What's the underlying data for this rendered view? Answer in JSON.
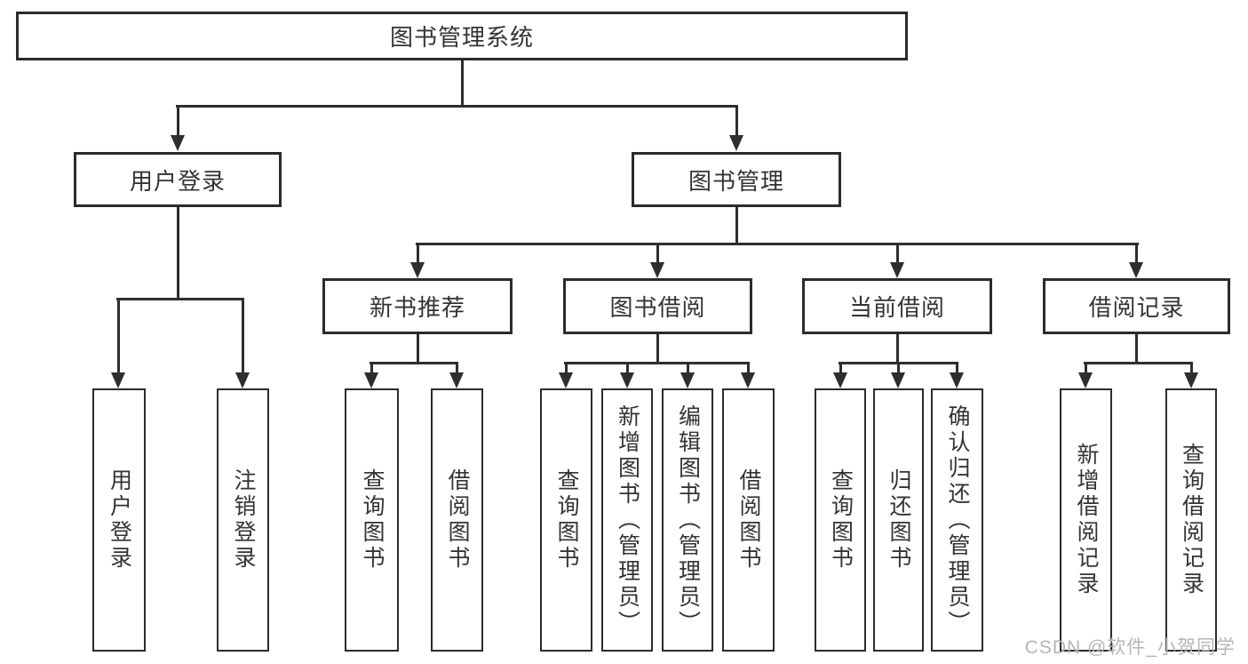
{
  "diagram": {
    "root": {
      "label": "图书管理系统"
    },
    "level2": [
      {
        "label": "用户登录",
        "children": [
          "用户登录",
          "注销登录"
        ]
      },
      {
        "label": "图书管理",
        "children": [
          {
            "label": "新书推荐",
            "children": [
              "查询图书",
              "借阅图书"
            ]
          },
          {
            "label": "图书借阅",
            "children": [
              "查询图书",
              "新增图书（管理员）",
              "编辑图书（管理员）",
              "借阅图书"
            ]
          },
          {
            "label": "当前借阅",
            "children": [
              "查询图书",
              "归还图书",
              "确认归还（管理员）"
            ]
          },
          {
            "label": "借阅记录",
            "children": [
              "新增借阅记录",
              "查询借阅记录"
            ]
          }
        ]
      }
    ]
  },
  "watermark": "CSDN @软件_小贺同学",
  "colors": {
    "line": "#2e2e2e",
    "box_border": "#2b2b2b",
    "text": "#333333",
    "watermark": "#b5b5b5",
    "background": "#ffffff"
  }
}
